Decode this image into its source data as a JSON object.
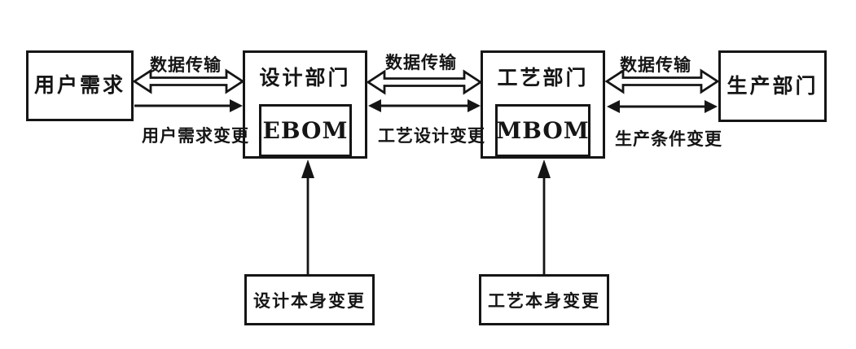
{
  "nodes": {
    "user": {
      "label": "用户需求"
    },
    "design": {
      "label": "设计部门",
      "bom": "EBOM"
    },
    "process": {
      "label": "工艺部门",
      "bom": "MBOM"
    },
    "production": {
      "label": "生产部门"
    },
    "design_self_change": {
      "label": "设计本身变更"
    },
    "process_self_change": {
      "label": "工艺本身变更"
    }
  },
  "flows": [
    {
      "transfer_label": "数据传输",
      "change_label": "用户需求变更"
    },
    {
      "transfer_label": "数据传输",
      "change_label": "工艺设计变更"
    },
    {
      "transfer_label": "数据传输",
      "change_label": "生产条件变更"
    }
  ],
  "colors": {
    "line": "#151515",
    "background": "#ffffff"
  }
}
